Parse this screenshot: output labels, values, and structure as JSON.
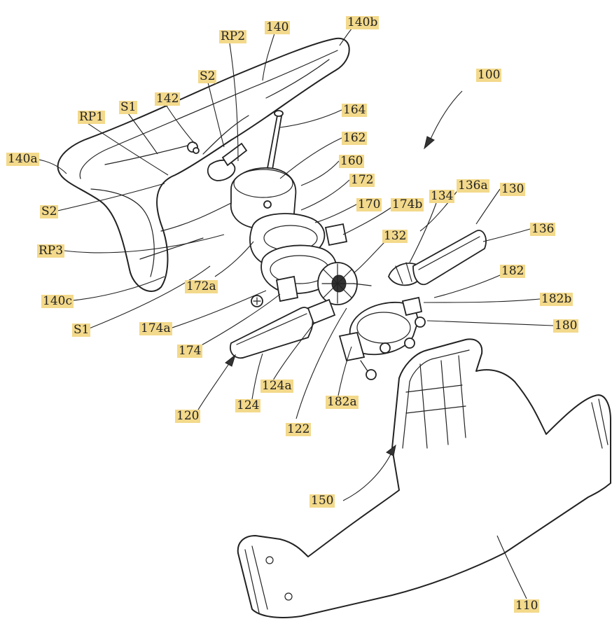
{
  "figure": {
    "reference_numerals": [
      {
        "id": "rp2",
        "text": "RP2"
      },
      {
        "id": "n140",
        "text": "140"
      },
      {
        "id": "n140b",
        "text": "140b"
      },
      {
        "id": "s2_top",
        "text": "S2"
      },
      {
        "id": "n142",
        "text": "142"
      },
      {
        "id": "s1_top",
        "text": "S1"
      },
      {
        "id": "rp1",
        "text": "RP1"
      },
      {
        "id": "n164",
        "text": "164"
      },
      {
        "id": "n100",
        "text": "100"
      },
      {
        "id": "n162",
        "text": "162"
      },
      {
        "id": "n140a",
        "text": "140a"
      },
      {
        "id": "n160",
        "text": "160"
      },
      {
        "id": "n172",
        "text": "172"
      },
      {
        "id": "n136a",
        "text": "136a"
      },
      {
        "id": "n130",
        "text": "130"
      },
      {
        "id": "n134",
        "text": "134"
      },
      {
        "id": "n170",
        "text": "170"
      },
      {
        "id": "n174b",
        "text": "174b"
      },
      {
        "id": "s2_mid",
        "text": "S2"
      },
      {
        "id": "n136",
        "text": "136"
      },
      {
        "id": "n132",
        "text": "132"
      },
      {
        "id": "rp3",
        "text": "RP3"
      },
      {
        "id": "n182",
        "text": "182"
      },
      {
        "id": "n172a",
        "text": "172a"
      },
      {
        "id": "n140c",
        "text": "140c"
      },
      {
        "id": "n182b",
        "text": "182b"
      },
      {
        "id": "s1_bot",
        "text": "S1"
      },
      {
        "id": "n174a",
        "text": "174a"
      },
      {
        "id": "n180",
        "text": "180"
      },
      {
        "id": "n174",
        "text": "174"
      },
      {
        "id": "n124a",
        "text": "124a"
      },
      {
        "id": "n182a",
        "text": "182a"
      },
      {
        "id": "n124",
        "text": "124"
      },
      {
        "id": "n120",
        "text": "120"
      },
      {
        "id": "n122",
        "text": "122"
      },
      {
        "id": "n150",
        "text": "150"
      },
      {
        "id": "n110",
        "text": "110"
      }
    ],
    "colors": {
      "label_background": "#f3d98b",
      "line": "#222222",
      "background": "#ffffff"
    }
  }
}
